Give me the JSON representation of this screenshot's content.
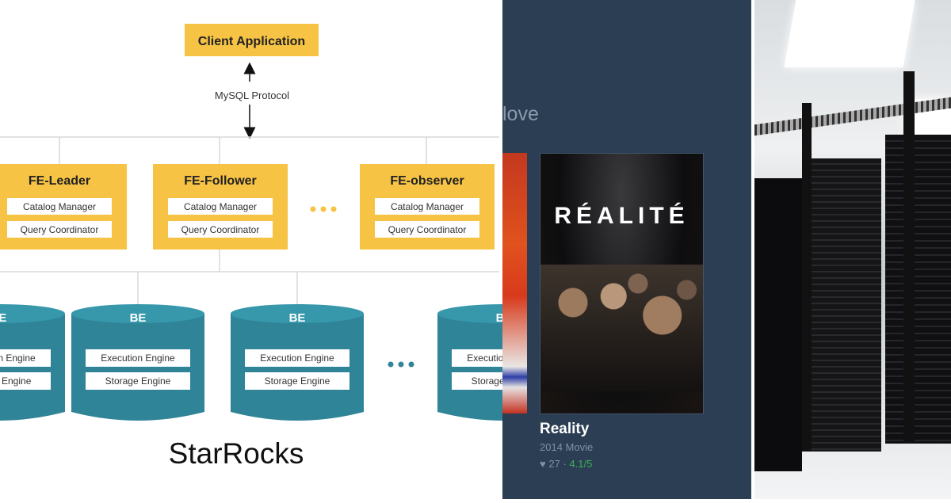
{
  "diagram": {
    "client": "Client Application",
    "protocol": "MySQL Protocol",
    "fe_nodes": [
      {
        "title": "FE-Leader",
        "items": [
          "Catalog Manager",
          "Query Coordinator"
        ]
      },
      {
        "title": "FE-Follower",
        "items": [
          "Catalog Manager",
          "Query Coordinator"
        ]
      },
      {
        "title": "FE-observer",
        "items": [
          "Catalog Manager",
          "Query Coordinator"
        ]
      }
    ],
    "be_label": "BE",
    "be_items": [
      "Execution Engine",
      "Storage Engine"
    ],
    "caption": "StarRocks",
    "colors": {
      "fe": "#f6c344",
      "be": "#2f8497",
      "be_top": "#3797ab"
    }
  },
  "movie": {
    "section_partial": "love",
    "poster_title": "RÉALITÉ",
    "title": "Reality",
    "subtitle": "2014 Movie",
    "likes": "27",
    "separator": "·",
    "rating": "4.1/5",
    "heart_icon": "heart-icon"
  }
}
